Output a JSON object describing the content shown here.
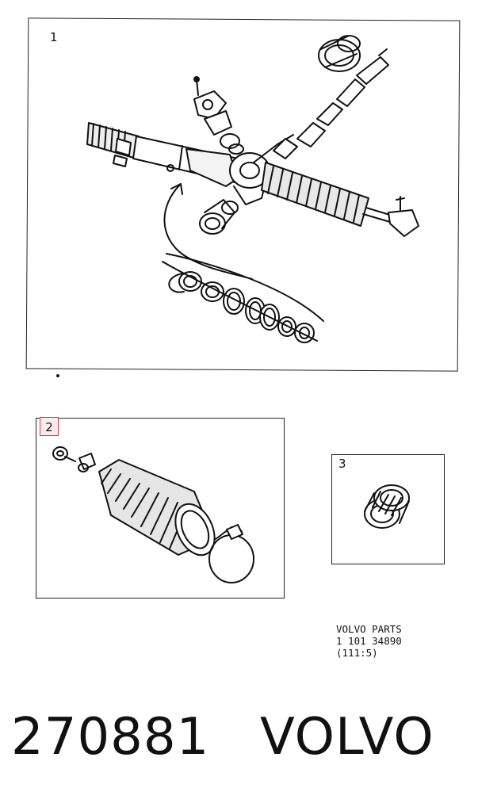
{
  "panels": [
    {
      "number": "1",
      "content": "steering rack exploded view"
    },
    {
      "number": "2",
      "content": "rack boot kit"
    },
    {
      "number": "3",
      "content": "pinion bearing"
    }
  ],
  "parts_caption": {
    "line1": "VOLVO PARTS",
    "line2": "1 101 34890",
    "line3": "(111:5)"
  },
  "footer": {
    "part_number": "270881",
    "brand": "VOLVO"
  },
  "colors": {
    "ink": "#111111",
    "highlight_border": "#dd3333",
    "highlight_fill": "#fdeaea"
  }
}
